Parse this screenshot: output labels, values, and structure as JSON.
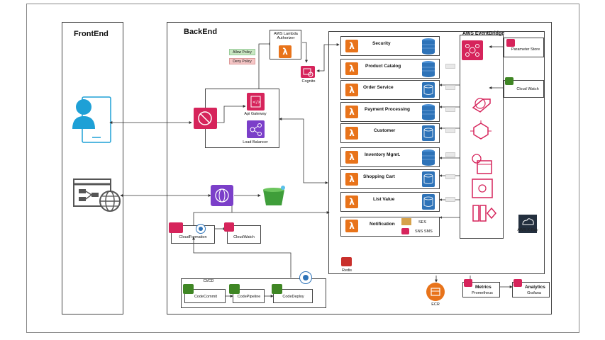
{
  "frontend": {
    "title": "FrontEnd"
  },
  "backend": {
    "title": "BackEnd"
  },
  "policies": {
    "allow": "Allow Policy",
    "deny": "Deny Policy"
  },
  "lambda_authorizer": "AWS Lambda\nAuthorizer",
  "cognito": "Cognito",
  "api_gateway": "Api Gateway",
  "load_balancer": "Load Balancer",
  "eventbridge": "AWS EventBridge",
  "parameter_store": "Parameter Store",
  "cloudwatch_right": "Cloud Watch",
  "xray": "AWS X-Ray",
  "services": [
    {
      "label": "Security"
    },
    {
      "label": "Product Catalog"
    },
    {
      "label": "Order Service"
    },
    {
      "label": "Payment Processing"
    },
    {
      "label": "Customer"
    },
    {
      "label": "Inventory Mgmt."
    },
    {
      "label": "Shopping Cart"
    },
    {
      "label": "List Value"
    }
  ],
  "notification": {
    "label": "Notification",
    "ses": "SES",
    "sns": "SNS SMS"
  },
  "redis": "Redis",
  "cloudformation": "CloudFormation",
  "cloudwatch_left": "CloudWatch",
  "cicd": {
    "title": "CI/CD",
    "commit": "CodeCommit",
    "pipeline": "CodePipeline",
    "deploy": "CodeDeploy"
  },
  "ecr": "ECR",
  "metrics": {
    "title": "Metrics",
    "sub": "Prometheus"
  },
  "analytics": {
    "title": "Analytics",
    "sub": "Grafana"
  },
  "colors": {
    "lambda": "#e8731a",
    "db": "#2e73b8",
    "pink": "#d6245b",
    "green": "#3f8624",
    "purple": "#7b3fc9"
  }
}
